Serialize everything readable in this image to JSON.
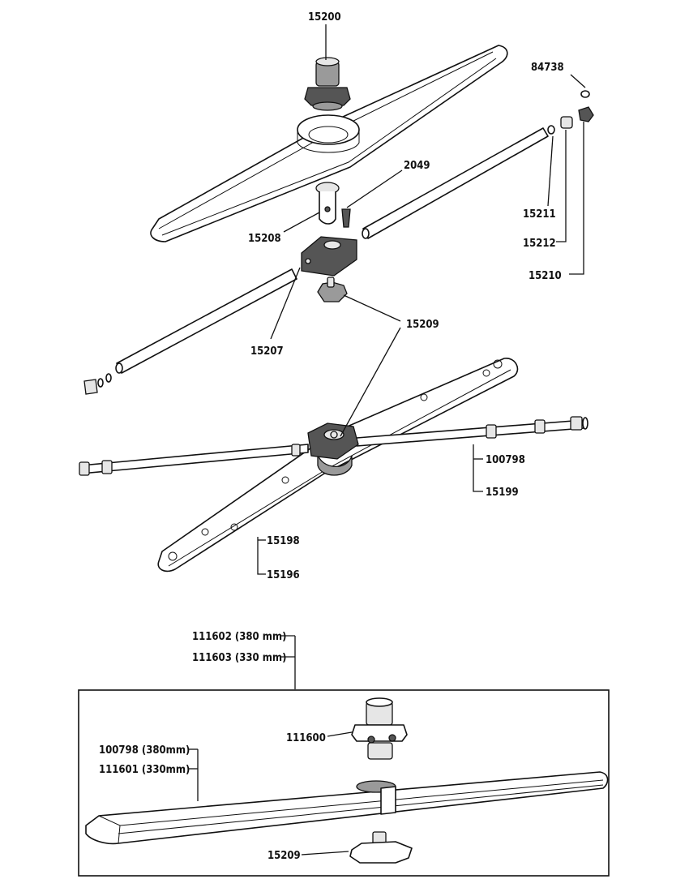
{
  "diagram": {
    "labels": {
      "p15200": "15200",
      "p84738": "84738",
      "p2049": "2049",
      "p15208": "15208",
      "p15211": "15211",
      "p15212": "15212",
      "p15210": "15210",
      "p15207": "15207",
      "p15209_top": "15209",
      "p100798_top": "100798",
      "p15199": "15199",
      "p15198": "15198",
      "p15196": "15196",
      "p111602": "111602 (380 mm)",
      "p111603": "111603 (330 mm)",
      "p111600": "111600",
      "p100798_380": "100798 (380mm)",
      "p111601": "111601 (330mm)",
      "p15209_bottom": "15209"
    }
  }
}
